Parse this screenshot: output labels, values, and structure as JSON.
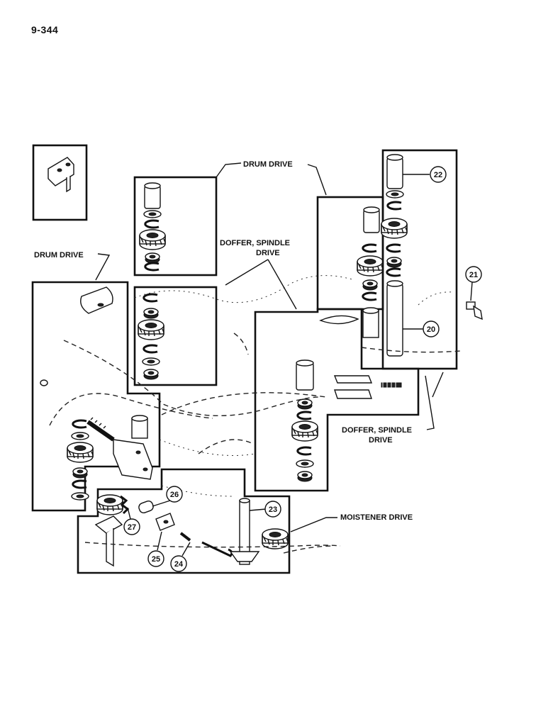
{
  "page": {
    "number": "9-344"
  },
  "labels": {
    "drum_drive_top": "DRUM DRIVE",
    "drum_drive_left": "DRUM DRIVE",
    "doffer_spindle_center_line1": "DOFFER, SPINDLE",
    "doffer_spindle_center_line2": "DRIVE",
    "doffer_spindle_right_line1": "DOFFER, SPINDLE",
    "doffer_spindle_right_line2": "DRIVE",
    "moistener_drive": "MOISTENER DRIVE"
  },
  "callouts": [
    "20",
    "21",
    "22",
    "23",
    "24",
    "25",
    "26",
    "27"
  ]
}
